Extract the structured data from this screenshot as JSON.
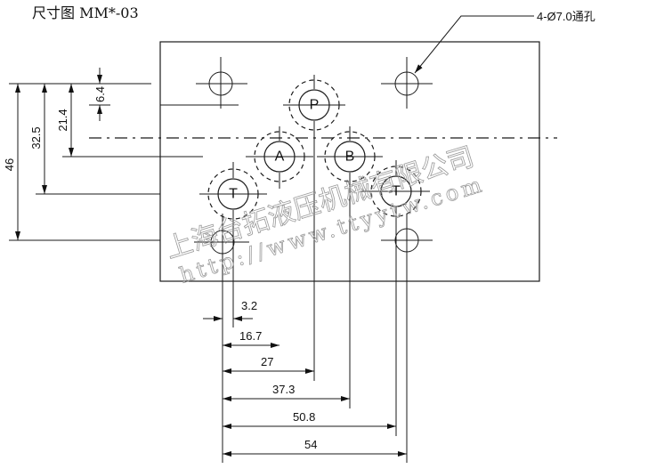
{
  "title": "尺寸图 MM*-03",
  "callout": "4-Ø7.0通孔",
  "ports": {
    "p": "P",
    "a": "A",
    "b": "B",
    "t_left": "T",
    "t_right": "T"
  },
  "vertical_dims": [
    "6.4",
    "21.4",
    "32.5",
    "46"
  ],
  "horizontal_dims": [
    "3.2",
    "16.7",
    "27",
    "37.3",
    "50.8",
    "54"
  ],
  "watermark": {
    "company": "上海台拓液压机械有限公司",
    "url": "http://www.ttyytw.com"
  }
}
